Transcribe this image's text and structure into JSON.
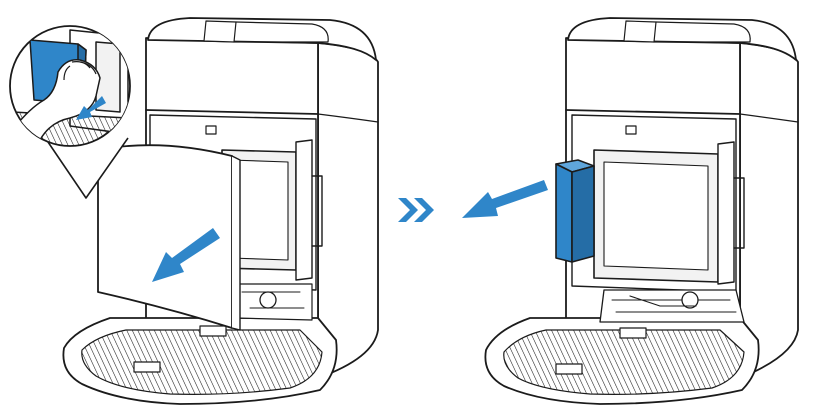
{
  "colors": {
    "line": "#1b1b1b",
    "accent_blue": "#2f86c9",
    "white": "#ffffff",
    "light_gray": "#f2f2f2",
    "mid_gray": "#d9d9d9"
  },
  "icons": {
    "step_separator": "double-chevron-right-icon",
    "direction_arrow": "pull-arrow-icon"
  },
  "steps": [
    {
      "id": "step-1",
      "callout": "hand-pulling-filter-inset"
    },
    {
      "id": "step-2",
      "callout": ""
    }
  ]
}
